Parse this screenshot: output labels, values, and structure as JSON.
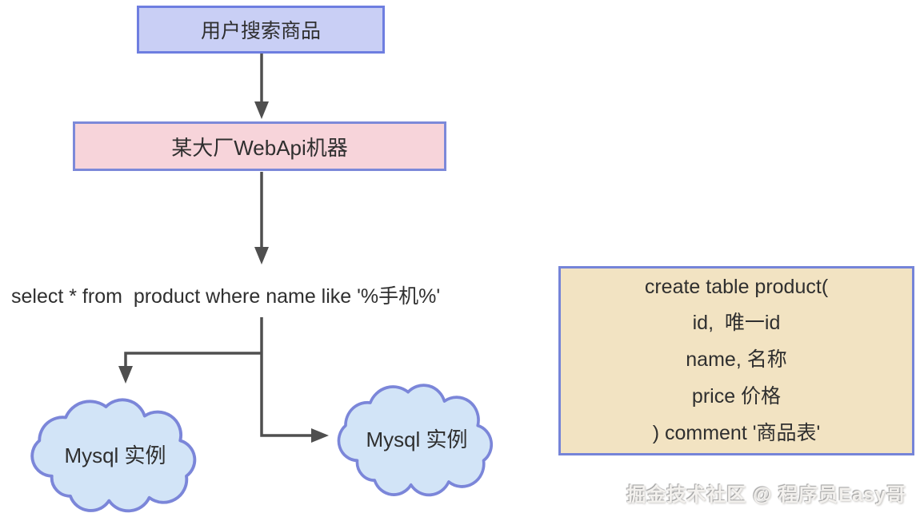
{
  "diagram": {
    "nodes": {
      "user_search": {
        "label": "用户搜索商品"
      },
      "webapi": {
        "label": "某大厂WebApi机器"
      },
      "sql_query": {
        "label": "select * from  product where name like '%手机%'"
      },
      "mysql_left": {
        "label": "Mysql 实例"
      },
      "mysql_right": {
        "label": "Mysql 实例"
      },
      "ddl_box": {
        "lines": [
          "create table product(",
          "id,  唯一id",
          "name, 名称",
          "price 价格",
          ") comment '商品表'"
        ]
      }
    },
    "watermark": "掘金技术社区 @ 程序员Easy哥",
    "colors": {
      "node_blue_fill": "#c9cff5",
      "node_blue_border": "#6e7ee0",
      "node_pink_fill": "#f7d4da",
      "node_pink_border": "#7c89d9",
      "cloud_fill": "#d2e4f7",
      "cloud_border": "#7b86d9",
      "ddl_fill": "#f2e3c2",
      "ddl_border": "#7584d8",
      "connector": "#4f4f4f",
      "text": "#2f2f2f"
    }
  }
}
